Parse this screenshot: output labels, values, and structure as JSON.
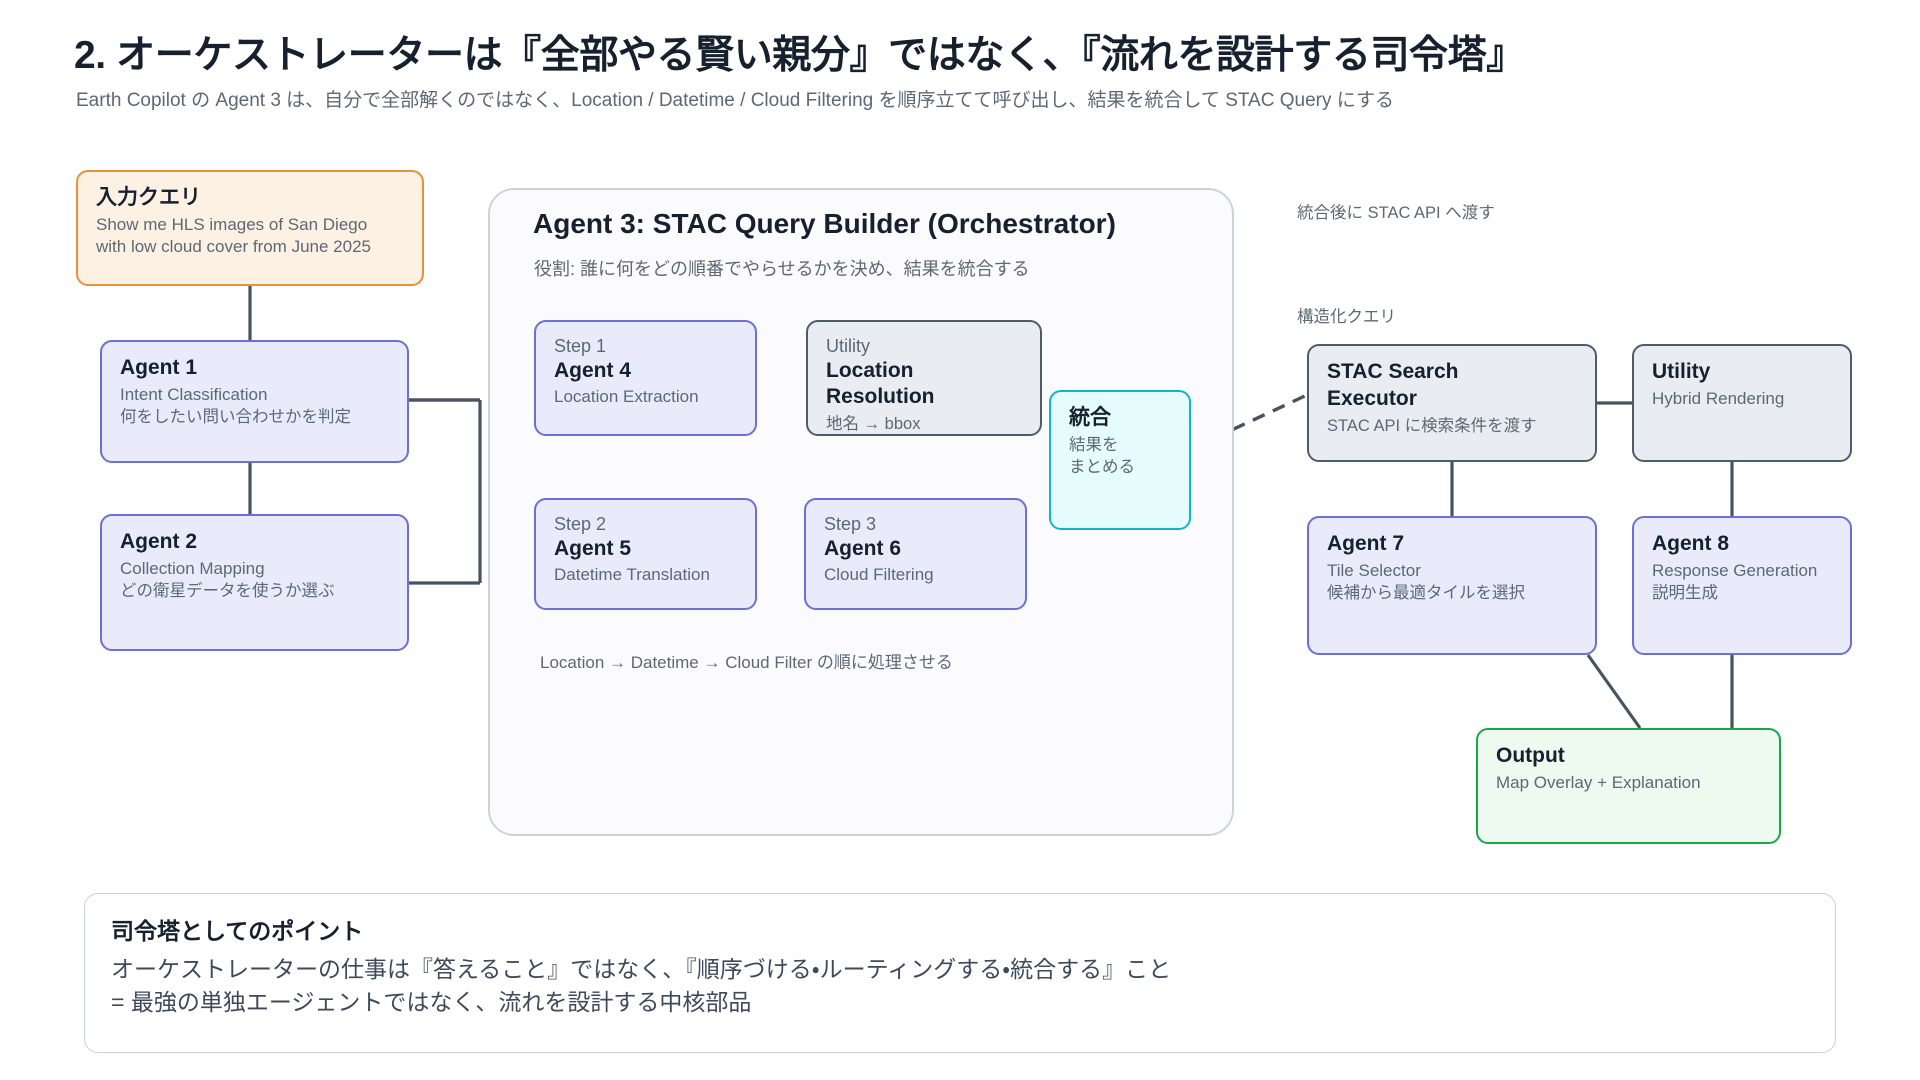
{
  "slide": {
    "title": "2. オーケストレーターは『全部やる賢い親分』ではなく、『流れを設計する司令塔』",
    "subtitle": "Earth Copilot の Agent 3 は、自分で全部解くのではなく、Location / Datetime / Cloud Filtering を順序立てて呼び出し、結果を統合して STAC Query にする"
  },
  "input_box": {
    "title": "入力クエリ",
    "line1": "Show me HLS images of San Diego",
    "line2": "with low cloud cover from June 2025"
  },
  "left_agents": [
    {
      "title": "Agent 1",
      "sub": "Intent Classification",
      "sub_jp": "何をしたい問い合わせかを判定"
    },
    {
      "title": "Agent 2",
      "sub": "Collection Mapping",
      "sub_jp": "どの衛星データを使うか選ぶ"
    }
  ],
  "orchestrator": {
    "title": "Agent 3: STAC Query Builder (Orchestrator)",
    "subtitle": "役割: 誰に何をどの順番でやらせるかを決め、結果を統合する",
    "note": "Location → Datetime → Cloud Filter の順に処理させる",
    "steps": [
      {
        "kicker": "Step 1",
        "title": "Agent 4",
        "sub": "Location Extraction"
      },
      {
        "kicker": "Step 2",
        "title": "Agent 5",
        "sub": "Datetime Translation"
      },
      {
        "kicker": "Step 3",
        "title": "Agent 6",
        "sub": "Cloud Filtering"
      }
    ],
    "utility": {
      "kicker": "Utility",
      "title_line1": "Location",
      "title_line2": "Resolution",
      "sub_jp": "地名 → bbox"
    },
    "merge": {
      "title": "統合",
      "sub_line1": "結果を",
      "sub_line2": "まとめる"
    }
  },
  "annotations": {
    "to_stac_api": "統合後に STAC API へ渡す",
    "structured_query": "構造化クエリ"
  },
  "right_nodes": {
    "stac_executor": {
      "title_line1": "STAC Search",
      "title_line2": "Executor",
      "sub_jp": "STAC API に検索条件を渡す"
    },
    "hybrid_utility": {
      "kicker": "Utility",
      "sub": "Hybrid Rendering"
    },
    "agent7": {
      "title": "Agent 7",
      "sub": "Tile Selector",
      "sub_jp": "候補から最適タイルを選択"
    },
    "agent8": {
      "title": "Agent 8",
      "sub": "Response Generation",
      "sub_jp": "説明生成"
    },
    "output": {
      "title": "Output",
      "sub": "Map Overlay + Explanation"
    }
  },
  "summary": {
    "title": "司令塔としてのポイント",
    "line1": "オーケストレーターの仕事は『答えること』ではなく、『順序づける・ルーティングする・統合する』こと",
    "line2": "= 最強の単独エージェントではなく、流れを設計する中核部品"
  },
  "colors": {
    "input_border": "#e8903c",
    "input_fill": "#fdf1e3",
    "agent_border": "#6c6fd6",
    "agent_fill": "#e9ebfa",
    "utility_border": "#4d5c6b",
    "utility_fill": "#e9edf2",
    "merge_border": "#0fb4ce",
    "merge_fill": "#e6fbfb",
    "output_border": "#1aa64b",
    "output_fill": "#eefaf0",
    "wire": "#47535f",
    "container_border": "#cdd3da"
  }
}
